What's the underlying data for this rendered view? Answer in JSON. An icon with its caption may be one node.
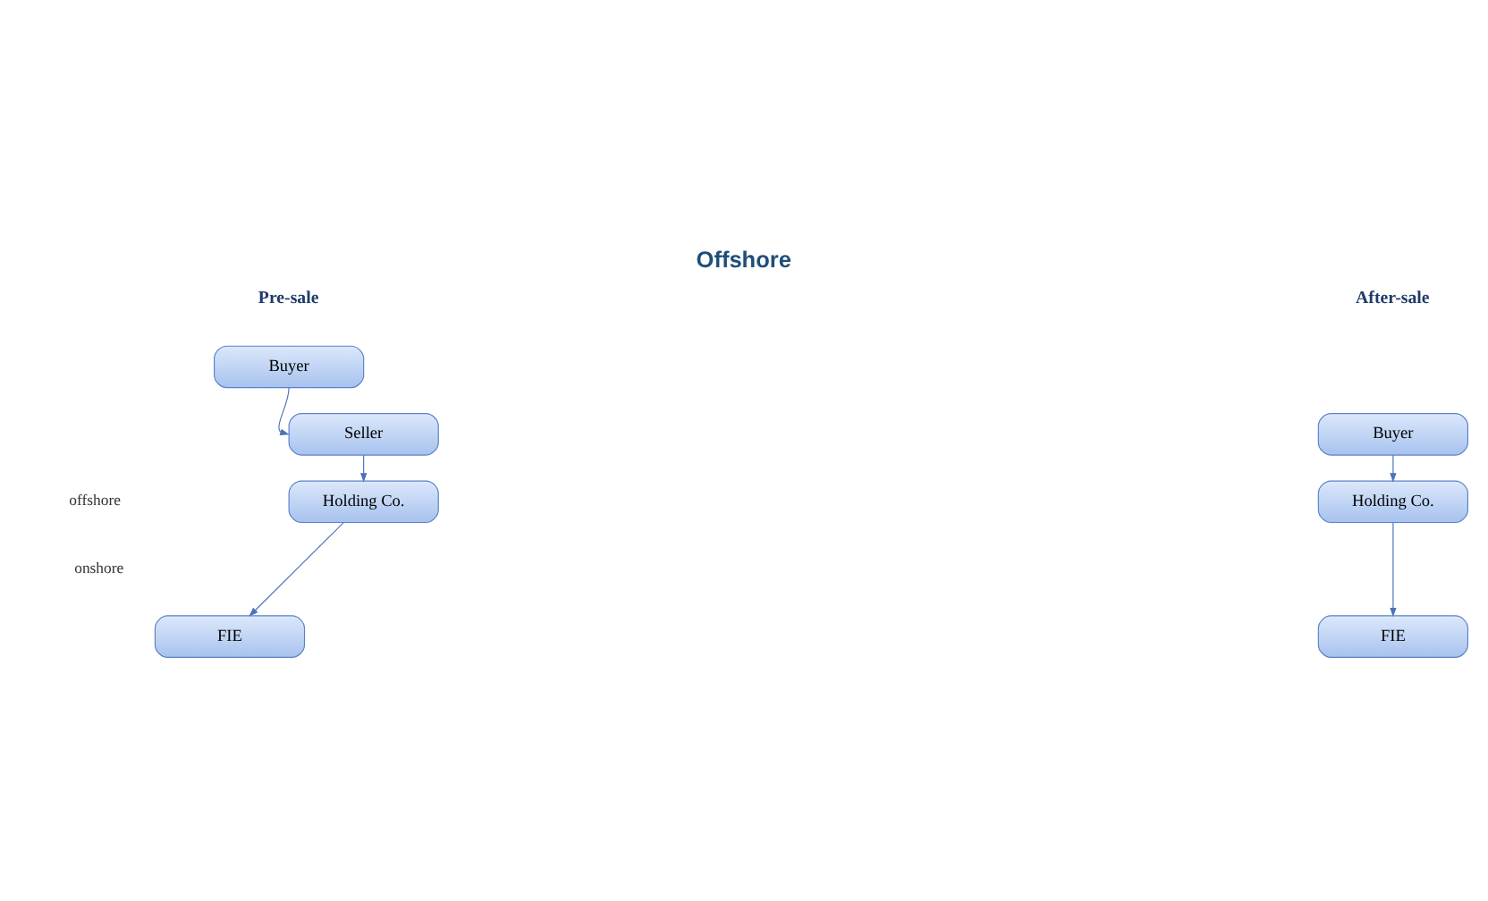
{
  "diagram": {
    "title": "Offshore",
    "nodes": [
      {
        "text": [
          "Buyer"
        ]
      },
      {
        "text": [
          "Seller"
        ]
      },
      {
        "text": [
          "Holding Co."
        ]
      },
      {
        "text": [
          "FIE"
        ]
      },
      {
        "text": [
          "Buyer"
        ]
      },
      {
        "text": [
          "Holding Co."
        ]
      },
      {
        "text": [
          "FIE"
        ]
      }
    ],
    "edges": [
      {
        "from": 0,
        "to": 1,
        "arrow": "to"
      },
      {
        "from": 1,
        "to": 2,
        "arrow": "to"
      },
      {
        "from": 2,
        "to": 3,
        "arrow": "to"
      },
      {
        "from": 4,
        "to": 5,
        "arrow": "to"
      },
      {
        "from": 5,
        "to": 6,
        "arrow": "to"
      }
    ],
    "labels": [
      "Pre-sale",
      "After-sale",
      "offshore",
      "onshore"
    ]
  }
}
